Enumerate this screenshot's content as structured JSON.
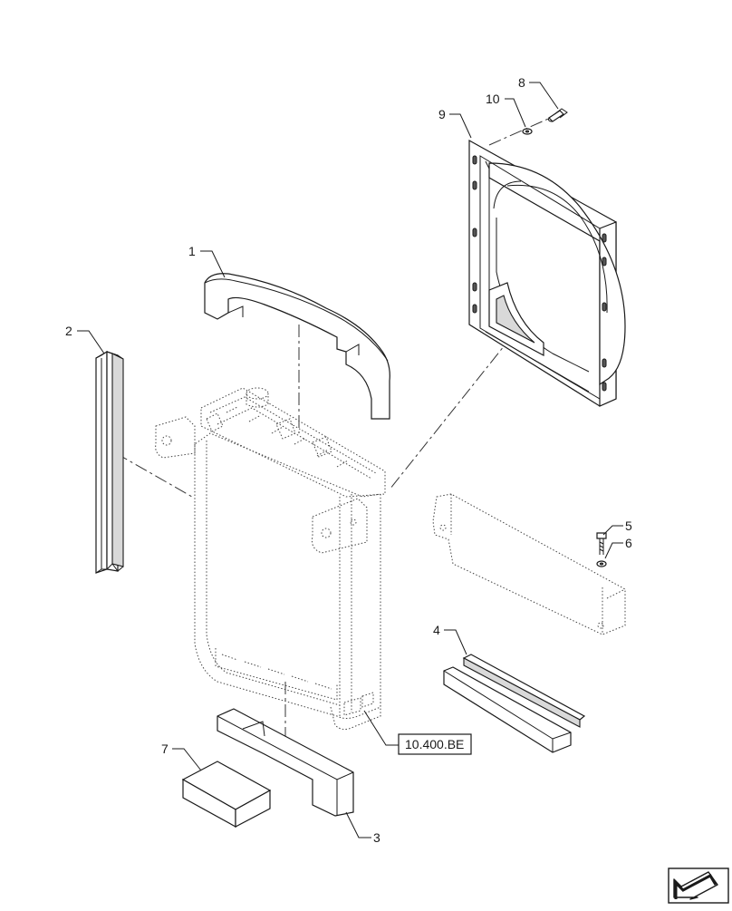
{
  "callouts": [
    {
      "id": "1",
      "label": "1"
    },
    {
      "id": "2",
      "label": "2"
    },
    {
      "id": "3",
      "label": "3"
    },
    {
      "id": "4",
      "label": "4"
    },
    {
      "id": "5",
      "label": "5"
    },
    {
      "id": "6",
      "label": "6"
    },
    {
      "id": "7",
      "label": "7"
    },
    {
      "id": "8",
      "label": "8"
    },
    {
      "id": "9",
      "label": "9"
    },
    {
      "id": "10",
      "label": "10"
    }
  ],
  "reference_box": {
    "label": "10.400.BE"
  },
  "nav_icon": {
    "icon": "arrow-next-page-icon"
  }
}
